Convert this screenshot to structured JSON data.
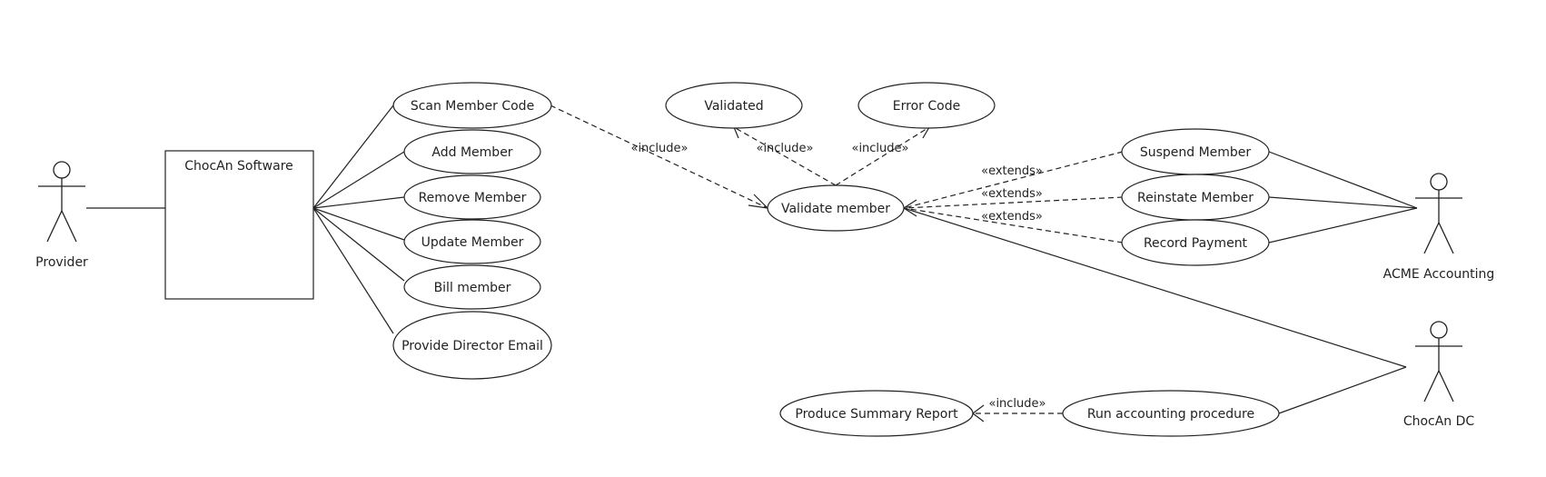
{
  "diagram": {
    "system_box": {
      "label": "ChocAn Software"
    },
    "actors": {
      "provider": "Provider",
      "acme": "ACME Accounting",
      "chocan_dc": "ChocAn DC"
    },
    "use_cases": {
      "scan": "Scan Member Code",
      "add": "Add Member",
      "remove": "Remove Member",
      "update": "Update Member",
      "bill": "Bill member",
      "email": "Provide Director Email",
      "validated": "Validated",
      "error": "Error Code",
      "validate": "Validate member",
      "suspend": "Suspend Member",
      "reinstate": "Reinstate Member",
      "record": "Record Payment",
      "summary": "Produce Summary Report",
      "run_acct": "Run accounting procedure"
    },
    "relation_labels": {
      "scan_include": "«include»",
      "validated_include": "«include»",
      "error_include": "«include»",
      "suspend_extends": "«extends»",
      "reinstate_extends": "«extends»",
      "record_extends": "«extends»",
      "summary_include": "«include»"
    }
  }
}
